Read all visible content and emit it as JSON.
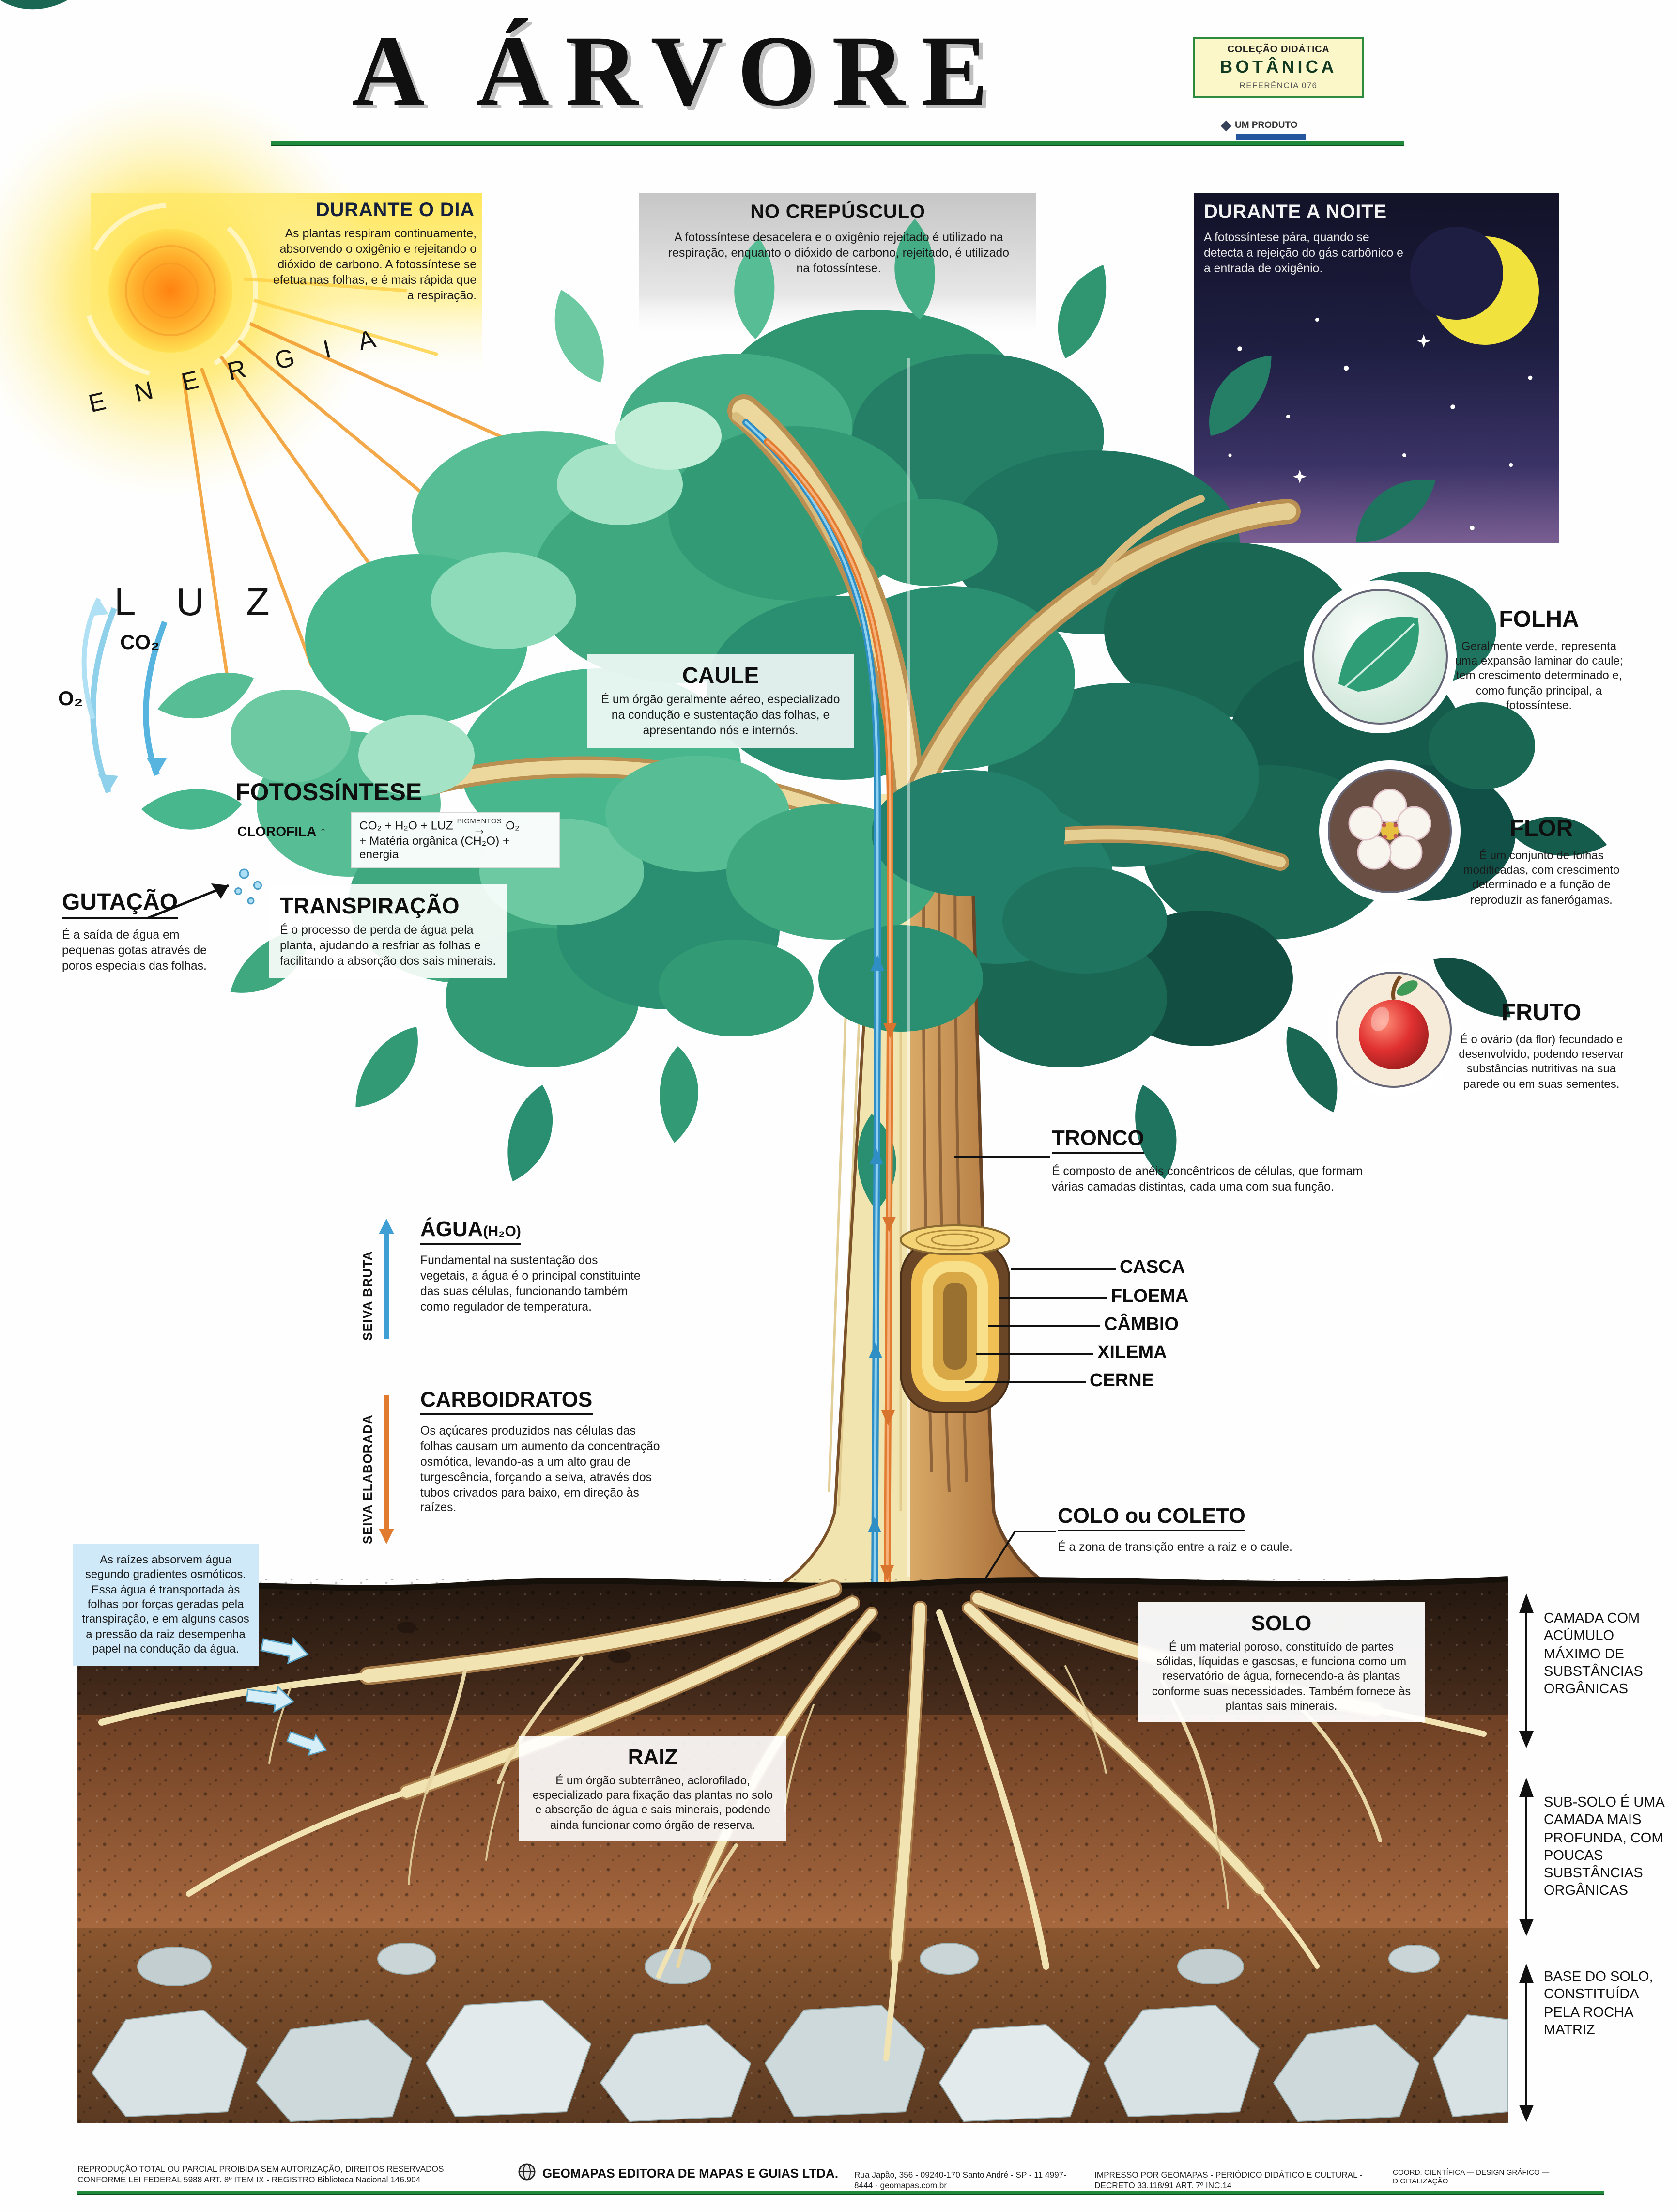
{
  "title": "A ÁRVORE",
  "badge": {
    "collection": "COLEÇÃO DIDÁTICA",
    "subject": "BOTÂNICA",
    "reference": "REFERÊNCIA 076",
    "product": "UM PRODUTO"
  },
  "phases": {
    "day": {
      "title": "DURANTE O DIA",
      "body": "As plantas respiram continuamente, absorvendo o oxigênio e rejeitando o dióxido de carbono. A fotossíntese se efetua nas folhas, e é mais rápida que a respiração."
    },
    "dusk": {
      "title": "NO CREPÚSCULO",
      "body": "A fotossíntese desacelera e o oxigênio rejeitado é utilizado na respiração, enquanto o dióxido de carbono, rejeitado, é utilizado na fotossíntese."
    },
    "night": {
      "title": "DURANTE A NOITE",
      "body": "A fotossíntese pára, quando se detecta a rejeição do gás carbônico e a entrada de oxigênio."
    }
  },
  "labels": {
    "energia": "E N E R G I A",
    "luz": "L U Z",
    "co2": "CO₂",
    "o2": "O₂"
  },
  "fotossintese": {
    "title": "FOTOSSÍNTESE",
    "clorofila": "CLOROFILA ↑",
    "formula_left": "CO₂ + H₂O + LUZ",
    "formula_catalyst": "PIGMENTOS",
    "formula_arrow": "→",
    "formula_right": "O₂",
    "formula_line2": "+ Matéria orgânica (CH₂O) + energia"
  },
  "gutacao": {
    "title": "GUTAÇÃO",
    "body": "É a saída de água em pequenas gotas através de poros especiais das folhas."
  },
  "transpiracao": {
    "title": "TRANSPIRAÇÃO",
    "body": "É o processo de perda de água pela planta, ajudando a resfriar as folhas e facilitando a absorção dos sais minerais."
  },
  "caule": {
    "title": "CAULE",
    "body": "É um órgão geralmente aéreo, especializado na condução e sustentação das folhas, e apresentando nós e internós."
  },
  "organs": {
    "folha": {
      "title": "FOLHA",
      "body": "Geralmente verde, representa uma expansão laminar do caule; tem crescimento determinado e, como função principal, a fotossíntese."
    },
    "flor": {
      "title": "FLOR",
      "body": "É um conjunto de folhas modificadas, com crescimento determinado e a função de reproduzir as fanerógamas."
    },
    "fruto": {
      "title": "FRUTO",
      "body": "É o ovário (da flor) fecundado e desenvolvido, podendo reservar substâncias nutritivas na sua parede ou em suas sementes."
    }
  },
  "tronco": {
    "title": "TRONCO",
    "body": "É composto de anéis concêntricos de células, que formam várias camadas distintas, cada uma com sua função."
  },
  "trunk_layers": [
    "CASCA",
    "FLOEMA",
    "CÂMBIO",
    "XILEMA",
    "CERNE"
  ],
  "agua": {
    "seiva": "SEIVA BRUTA",
    "title": "ÁGUA",
    "formula": "(H₂O)",
    "body": "Fundamental na sustentação dos vegetais, a água é o principal constituinte das suas células, funcionando também como regulador de temperatura."
  },
  "carboidratos": {
    "seiva": "SEIVA ELABORADA",
    "title": "CARBOIDRATOS",
    "body": "Os açúcares produzidos nas células das folhas causam um aumento da concentração osmótica, levando-as a um alto grau de turgescência, forçando a seiva, através dos tubos crivados para baixo, em direção às raízes."
  },
  "colo": {
    "title": "COLO ou COLETO",
    "body": "É a zona de transição entre a raiz e o caule."
  },
  "raizes_nota": "As raízes absorvem água segundo gradientes osmóticos. Essa água é transportada às folhas por forças geradas pela transpiração, e em alguns casos a pressão da raiz desempenha papel na condução da água.",
  "solo": {
    "title": "SOLO",
    "body": "É um material poroso, constituído de partes sólidas, líquidas e gasosas, e funciona como um reservatório de água, fornecendo-a às plantas conforme suas necessidades. Também fornece às plantas sais minerais."
  },
  "raiz": {
    "title": "RAIZ",
    "body": "É um órgão subterrâneo, aclorofilado, especializado para fixação das plantas no solo e absorção de água e sais minerais, podendo ainda funcionar como órgão de reserva."
  },
  "soil_layers": [
    {
      "text": "CAMADA COM ACÚMULO MÁXIMO DE SUBSTÂNCIAS ORGÂNICAS"
    },
    {
      "text": "SUB-SOLO É UMA CAMADA MAIS PROFUNDA, COM POUCAS SUBSTÂNCIAS ORGÂNICAS"
    },
    {
      "text": "BASE DO SOLO, CONSTITUÍDA PELA ROCHA MATRIZ"
    }
  ],
  "footer": {
    "legal": "REPRODUÇÃO TOTAL OU PARCIAL PROIBIDA SEM AUTORIZAÇÃO, DIREITOS RESERVADOS CONFORME LEI FEDERAL 5988 ART. 8º ITEM IX - REGISTRO Biblioteca Nacional 146.904",
    "company": "GEOMAPAS EDITORA DE MAPAS E GUIAS LTDA.",
    "address": "Rua Japão, 356 - 09240-170 Santo André - SP - 11 4997-8444 - geomapas.com.br",
    "impresso": "IMPRESSO POR GEOMAPAS - PERIÓDICO DIDÁTICO E CULTURAL - DECRETO 33.118/91 ART. 7º INC.14",
    "credits": "COORD. CIENTÍFICA — DESIGN GRÁFICO — DIGITALIZAÇÃO"
  },
  "colors": {
    "rule_green": "#1f8a3c",
    "seiva_bruta": "#3f9fd4",
    "seiva_elaborada": "#e07b30",
    "night_sky": "#1b1b38",
    "sun": "#ffd24a",
    "canopy_light": "#57bd94",
    "canopy_dark": "#1a6854"
  }
}
